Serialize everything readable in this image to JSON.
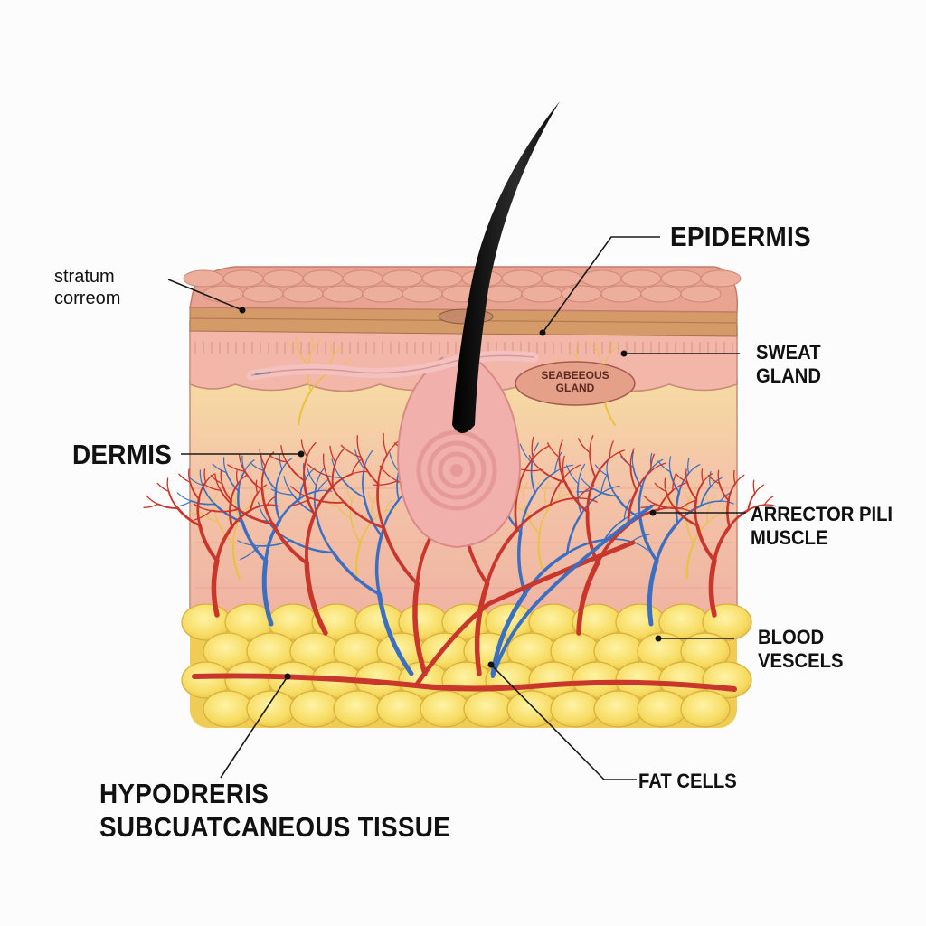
{
  "labels": {
    "stratum": [
      "stratum",
      "correom"
    ],
    "epidermis": "EPIDERMIS",
    "sweat_gland": [
      "SWEAT",
      "GLAND"
    ],
    "sebaceous_gland": [
      "SEABEEOUS",
      "GLAND"
    ],
    "dermis": "DERMIS",
    "arrector_pili": [
      "ARRECTOR PILI",
      "MUSCLE"
    ],
    "blood_vessels": [
      "BLOOD",
      "VESCELS"
    ],
    "fat_cells": "FAT CELLS",
    "hypodermis": [
      "HYPODRERIS",
      "SUBCUATCANEOUS TISSUE"
    ]
  },
  "colors": {
    "stratum_top": "#e6a08e",
    "stratum_band": "#cf9560",
    "epidermis": "#f2b3a7",
    "dermis_upper": "#f7dca0",
    "dermis": "#f0b4a2",
    "fat": "#f7df6a",
    "artery": "#c9362c",
    "vein": "#3b6fc2",
    "nerve": "#e8c23a",
    "hair": "#1b1b1b",
    "follicle": "#f0a9a6"
  }
}
